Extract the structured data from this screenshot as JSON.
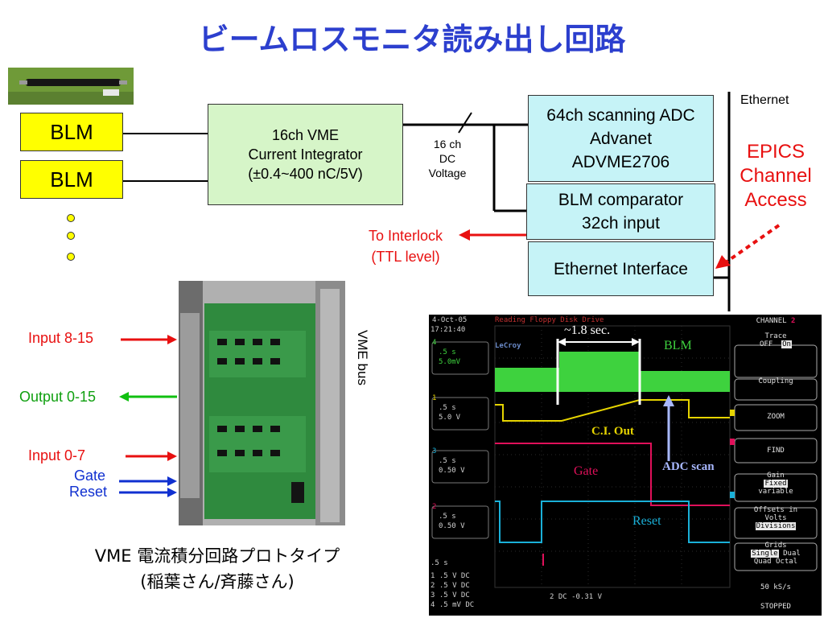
{
  "title": "ビームロスモニタ読み出し回路",
  "blm_boxes": [
    "BLM",
    "BLM"
  ],
  "integrator": {
    "line1": "16ch VME",
    "line2": "Current Integrator",
    "line3": "(±0.4~400 nC/5V)"
  },
  "dc_label": {
    "line1": "16 ch",
    "line2": "DC",
    "line3": "Voltage"
  },
  "adc_box": {
    "line1": "64ch scanning ADC",
    "line2": "Advanet",
    "line3": "ADVME2706"
  },
  "comparator_box": {
    "line1": "BLM comparator",
    "line2": "32ch input"
  },
  "ethernet_box": {
    "label": "Ethernet Interface"
  },
  "ethernet_label": "Ethernet",
  "epics": {
    "line1": "EPICS",
    "line2": "Channel",
    "line3": "Access"
  },
  "interlock": {
    "line1": "To Interlock",
    "line2": "(TTL level)"
  },
  "board_labels": {
    "input_8_15": "Input 8-15",
    "output_0_15": "Output 0-15",
    "input_0_7": "Input 0-7",
    "gate": "Gate",
    "reset": "Reset",
    "vme_bus": "VME bus"
  },
  "caption": {
    "line1": "VME 電流積分回路プロトタイプ",
    "line2": "(稲葉さん/斉藤さん)"
  },
  "colors": {
    "title": "#2c3fce",
    "red": "#e81010",
    "green": "#10c010",
    "blue": "#1030d0"
  },
  "scope": {
    "date": "4-Oct-05",
    "time": "17:21:40",
    "status": "Reading Floppy Disk Drive",
    "brand": "LeCroy",
    "ch4": {
      "num": "4",
      "a": ".5 s",
      "b": "5.0mV"
    },
    "ch1": {
      "num": "1",
      "a": ".5 s",
      "b": "5.0 V"
    },
    "ch3": {
      "num": "3",
      "a": ".5 s",
      "b": "0.50 V"
    },
    "ch2": {
      "num": "2",
      "a": ".5 s",
      "b": "0.50 V"
    },
    "timebase": ".5  s",
    "bottom": [
      {
        "n": "1",
        "t": ".5  V  DC"
      },
      {
        "n": "2",
        "t": ".5  V  DC"
      },
      {
        "n": "3",
        "t": ".5  V  DC"
      },
      {
        "n": "4",
        "t": ".5  mV  DC"
      }
    ],
    "trigger": "2 DC -0.31 V",
    "annotations": {
      "duration": "~1.8 sec.",
      "blm": "BLM",
      "ci_out": "C.I. Out",
      "gate": "Gate",
      "adc_scan": "ADC scan",
      "reset": "Reset"
    },
    "menu": {
      "channel": "CHANNEL",
      "channel_num": "2",
      "trace": "Trace",
      "trace_off": "OFF",
      "trace_on": "On",
      "coupling": "Coupling",
      "zoom": "ZOOM",
      "find": "FIND",
      "gain": "Gain",
      "gain_fixed": "Fixed",
      "gain_variable": "variable",
      "offsets": "Offsets in",
      "offsets_volts": "Volts",
      "offsets_divisions": "Divisions",
      "grids": "Grids",
      "grids_single": "Single",
      "grids_dual": "Dual",
      "grids_quad": "Quad",
      "grids_octal": "Octal",
      "rate": "50 kS/s",
      "stopped": "STOPPED"
    }
  }
}
